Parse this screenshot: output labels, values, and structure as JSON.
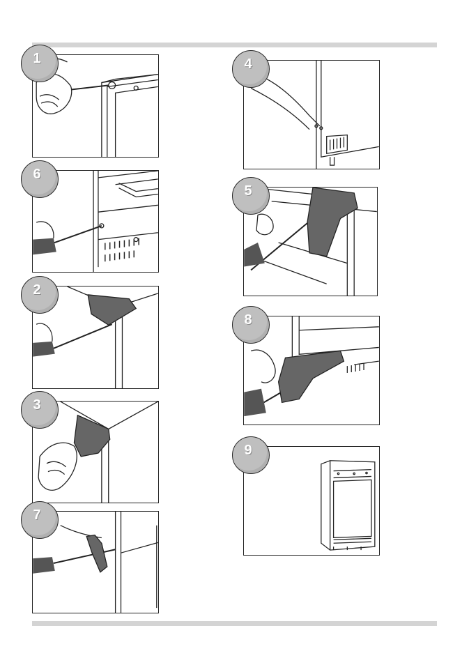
{
  "document": {
    "steps": [
      {
        "id": "step-1",
        "number": "1",
        "icon": "screwdriver-hinge-icon"
      },
      {
        "id": "step-6",
        "number": "6",
        "icon": "screwdriver-side-icon"
      },
      {
        "id": "step-2",
        "number": "2",
        "icon": "hinge-bracket-icon"
      },
      {
        "id": "step-3",
        "number": "3",
        "icon": "hinge-fit-icon"
      },
      {
        "id": "step-7",
        "number": "7",
        "icon": "bottom-bracket-icon"
      },
      {
        "id": "step-4",
        "number": "4",
        "icon": "push-appliance-icon"
      },
      {
        "id": "step-5",
        "number": "5",
        "icon": "upper-hinge-screw-icon"
      },
      {
        "id": "step-8",
        "number": "8",
        "icon": "lower-hinge-screw-icon"
      },
      {
        "id": "step-9",
        "number": "9",
        "icon": "finished-appliance-icon"
      }
    ],
    "colors": {
      "rule": "#d4d4d4",
      "badge": "#bfbfbf",
      "line": "#222222",
      "hand": "#555555"
    }
  }
}
